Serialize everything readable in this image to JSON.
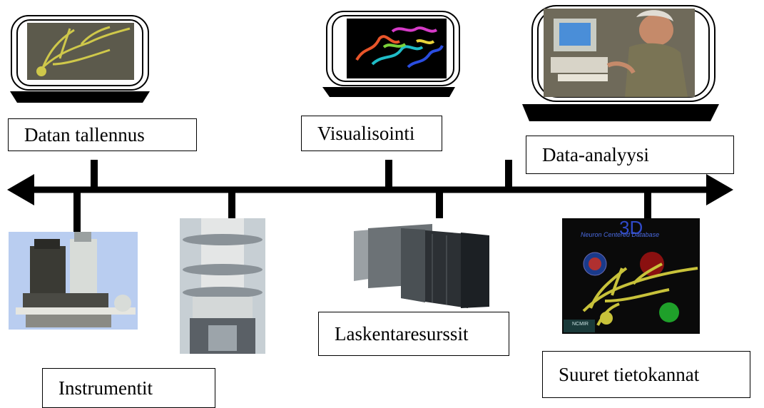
{
  "labels": {
    "recording": "Datan tallennus",
    "visualization": "Visualisointi",
    "analysis": "Data-analyysi",
    "computing": "Laskentaresurssit",
    "instruments": "Instrumentit",
    "databases": "Suuret tietokannat"
  },
  "database_image": {
    "title": "3D",
    "subtitle": "Neuron Centered Database",
    "logo_text": "NCMIR"
  },
  "colors": {
    "line": "#000000",
    "neuron": "#c8c23a",
    "instrument_bg": "#b9cdf0",
    "db_bg": "#0a0a0a"
  }
}
